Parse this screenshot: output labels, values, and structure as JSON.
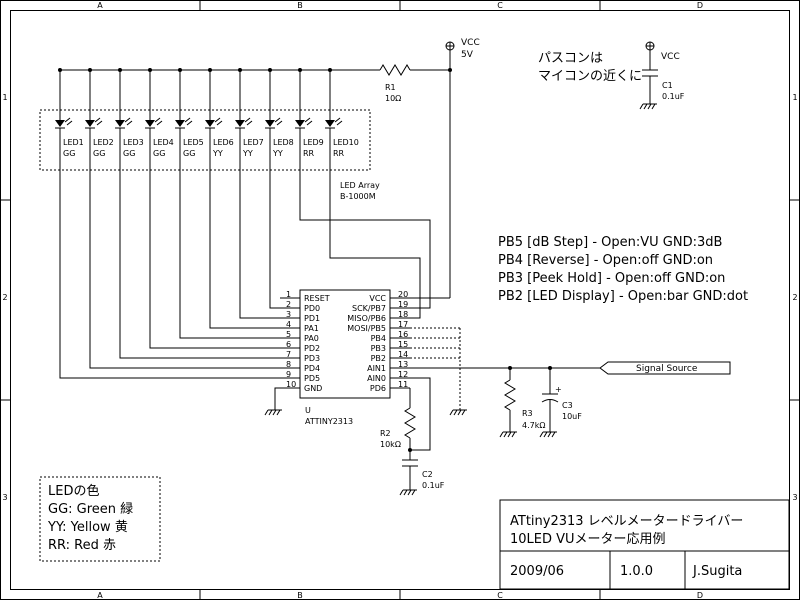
{
  "border": {
    "cols_top": [
      "A",
      "B",
      "C",
      "D"
    ],
    "cols_bottom": [
      "A",
      "B",
      "C",
      "D"
    ],
    "rows_left": [
      "1",
      "2",
      "3"
    ],
    "rows_right": [
      "1",
      "2",
      "3"
    ]
  },
  "power": {
    "vcc_top": "VCC",
    "vcc_top_v": "5V",
    "vcc_right": "VCC"
  },
  "note_jp": [
    "パスコンは",
    "マイコンの近くに"
  ],
  "components": {
    "r1": {
      "ref": "R1",
      "val": "10Ω"
    },
    "r2": {
      "ref": "R2",
      "val": "10kΩ"
    },
    "r3": {
      "ref": "R3",
      "val": "4.7kΩ"
    },
    "c1": {
      "ref": "C1",
      "val": "0.1uF"
    },
    "c2": {
      "ref": "C2",
      "val": "0.1uF"
    },
    "c3": {
      "ref": "C3",
      "val": "10uF"
    }
  },
  "leds": [
    {
      "name": "LED1",
      "color": "GG"
    },
    {
      "name": "LED2",
      "color": "GG"
    },
    {
      "name": "LED3",
      "color": "GG"
    },
    {
      "name": "LED4",
      "color": "GG"
    },
    {
      "name": "LED5",
      "color": "GG"
    },
    {
      "name": "LED6",
      "color": "YY"
    },
    {
      "name": "LED7",
      "color": "YY"
    },
    {
      "name": "LED8",
      "color": "YY"
    },
    {
      "name": "LED9",
      "color": "RR"
    },
    {
      "name": "LED10",
      "color": "RR"
    }
  ],
  "led_array": {
    "label": "LED Array",
    "part": "B-1000M"
  },
  "ic": {
    "ref": "U",
    "part": "ATTINY2313",
    "left_pins": [
      {
        "num": "1",
        "name": "RESET"
      },
      {
        "num": "2",
        "name": "PD0"
      },
      {
        "num": "3",
        "name": "PD1"
      },
      {
        "num": "4",
        "name": "PA1"
      },
      {
        "num": "5",
        "name": "PA0"
      },
      {
        "num": "6",
        "name": "PD2"
      },
      {
        "num": "7",
        "name": "PD3"
      },
      {
        "num": "8",
        "name": "PD4"
      },
      {
        "num": "9",
        "name": "PD5"
      },
      {
        "num": "10",
        "name": "GND"
      }
    ],
    "right_pins": [
      {
        "num": "20",
        "name": "VCC"
      },
      {
        "num": "19",
        "name": "SCK/PB7"
      },
      {
        "num": "18",
        "name": "MISO/PB6"
      },
      {
        "num": "17",
        "name": "MOSI/PB5"
      },
      {
        "num": "16",
        "name": "PB4"
      },
      {
        "num": "15",
        "name": "PB3"
      },
      {
        "num": "14",
        "name": "PB2"
      },
      {
        "num": "13",
        "name": "AIN1"
      },
      {
        "num": "12",
        "name": "AIN0"
      },
      {
        "num": "11",
        "name": "PD6"
      }
    ]
  },
  "options": [
    "PB5 [dB Step] - Open:VU GND:3dB",
    "PB4 [Reverse] - Open:off GND:on",
    "PB3 [Peek Hold] - Open:off GND:on",
    "PB2 [LED Display] - Open:bar GND:dot"
  ],
  "signal_label": "Signal Source",
  "legend": [
    "LEDの色",
    "GG: Green 緑",
    "YY: Yellow 黄",
    "RR: Red 赤"
  ],
  "title_block": {
    "line1": "ATtiny2313 レベルメータードライバー",
    "line2": "10LED VUメーター応用例",
    "date": "2009/06",
    "version": "1.0.0",
    "author": "J.Sugita"
  }
}
